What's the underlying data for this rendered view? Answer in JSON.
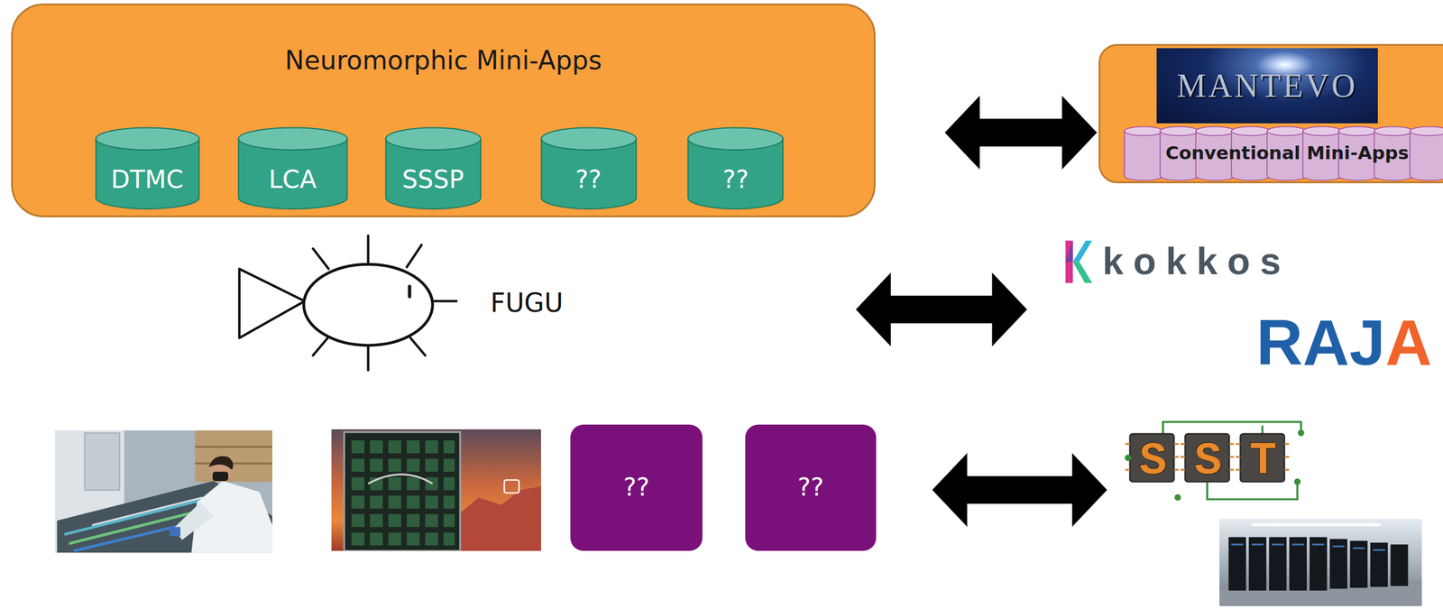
{
  "diagram": {
    "nodes": [
      {
        "text": [
          "Neuromorphic Mini-Apps"
        ]
      },
      {
        "text": [
          "DTMC"
        ],
        "in": 0
      },
      {
        "text": [
          "LCA"
        ],
        "in": 0
      },
      {
        "text": [
          "SSSP"
        ],
        "in": 0
      },
      {
        "text": [
          "??"
        ],
        "in": 0
      },
      {
        "text": [
          "??"
        ],
        "in": 0
      },
      {
        "text": [
          "Conventional Mini-Apps"
        ]
      },
      {
        "text": [
          "MANTEVO"
        ],
        "in": 6
      },
      {
        "text": [
          "FUGU"
        ]
      },
      {
        "text": [
          "kokkos"
        ]
      },
      {
        "text": [
          "RAJA"
        ]
      },
      {
        "text": [
          "??"
        ]
      },
      {
        "text": [
          "??"
        ]
      },
      {
        "text": [
          "SST"
        ]
      }
    ],
    "edges": [
      {
        "from": 0,
        "to": 6,
        "arrow": "both"
      },
      {
        "from": 8,
        "to": 9,
        "arrow": "both"
      },
      {
        "from": 12,
        "to": 13,
        "arrow": "both"
      }
    ]
  }
}
